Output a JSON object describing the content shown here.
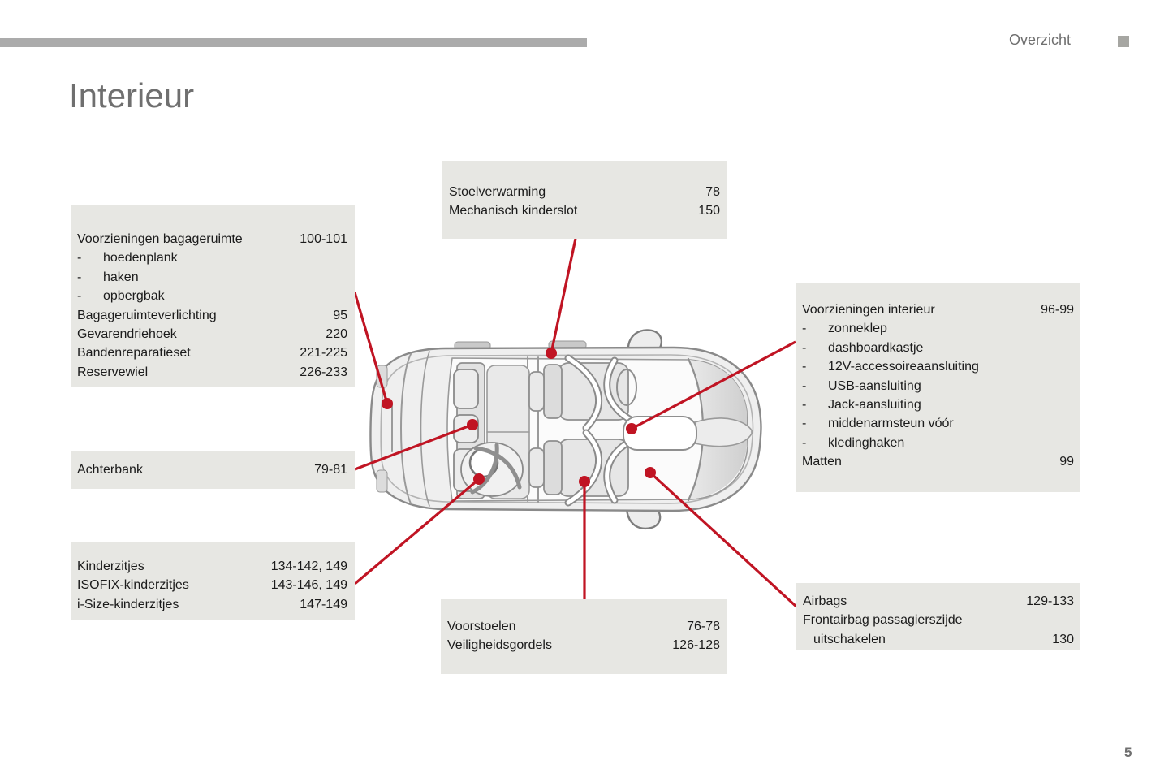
{
  "header": {
    "section": "Overzicht"
  },
  "title": "Interieur",
  "page_number": "5",
  "colors": {
    "accent_red": "#c01423",
    "callout_background": "#e7e7e3",
    "header_bar_gray": "#ababab",
    "muted_gray_text": "#6f6f6f",
    "body_text": "#1b1b1b"
  },
  "car_diagram": {
    "description": "top view of car interior, rear at left, front at right"
  },
  "callouts": [
    {
      "name": "bagageruimte",
      "rows": [
        {
          "label": "Voorzieningen bagageruimte",
          "pages": "100-101"
        },
        {
          "label": "hoedenplank",
          "bullet": true
        },
        {
          "label": "haken",
          "bullet": true
        },
        {
          "label": "opbergbak",
          "bullet": true
        },
        {
          "label": "Bagageruimteverlichting",
          "pages": "95"
        },
        {
          "label": "Gevarendriehoek",
          "pages": "220"
        },
        {
          "label": "Bandenreparatieset",
          "pages": "221-225"
        },
        {
          "label": "Reservewiel",
          "pages": "226-233"
        }
      ]
    },
    {
      "name": "stoelverwarming",
      "rows": [
        {
          "label": "Stoelverwarming",
          "pages": "78"
        },
        {
          "label": "Mechanisch kinderslot",
          "pages": "150"
        }
      ]
    },
    {
      "name": "voorzieningen-interieur",
      "rows": [
        {
          "label": "Voorzieningen interieur",
          "pages": "96-99"
        },
        {
          "label": "zonneklep",
          "bullet": true
        },
        {
          "label": "dashboardkastje",
          "bullet": true
        },
        {
          "label": "12V-accessoireaansluiting",
          "bullet": true
        },
        {
          "label": "USB-aansluiting",
          "bullet": true
        },
        {
          "label": "Jack-aansluiting",
          "bullet": true
        },
        {
          "label": "middenarmsteun vóór",
          "bullet": true
        },
        {
          "label": "kledinghaken",
          "bullet": true
        },
        {
          "label": "Matten",
          "pages": "99"
        }
      ]
    },
    {
      "name": "achterbank",
      "rows": [
        {
          "label": "Achterbank",
          "pages": "79-81"
        }
      ]
    },
    {
      "name": "kinderzitjes",
      "rows": [
        {
          "label": "Kinderzitjes",
          "pages": "134-142, 149"
        },
        {
          "label": "ISOFIX-kinderzitjes",
          "pages": "143-146, 149"
        },
        {
          "label": "i-Size-kinderzitjes",
          "pages": "147-149"
        }
      ]
    },
    {
      "name": "voorstoelen",
      "rows": [
        {
          "label": "Voorstoelen",
          "pages": "76-78"
        },
        {
          "label": "Veiligheidsgordels",
          "pages": "126-128"
        }
      ]
    },
    {
      "name": "airbags",
      "rows": [
        {
          "label": "Airbags",
          "pages": "129-133"
        },
        {
          "label": "Frontairbag passagierszijde"
        },
        {
          "label": "uitschakelen",
          "indent": true,
          "pages": "130"
        }
      ]
    }
  ]
}
